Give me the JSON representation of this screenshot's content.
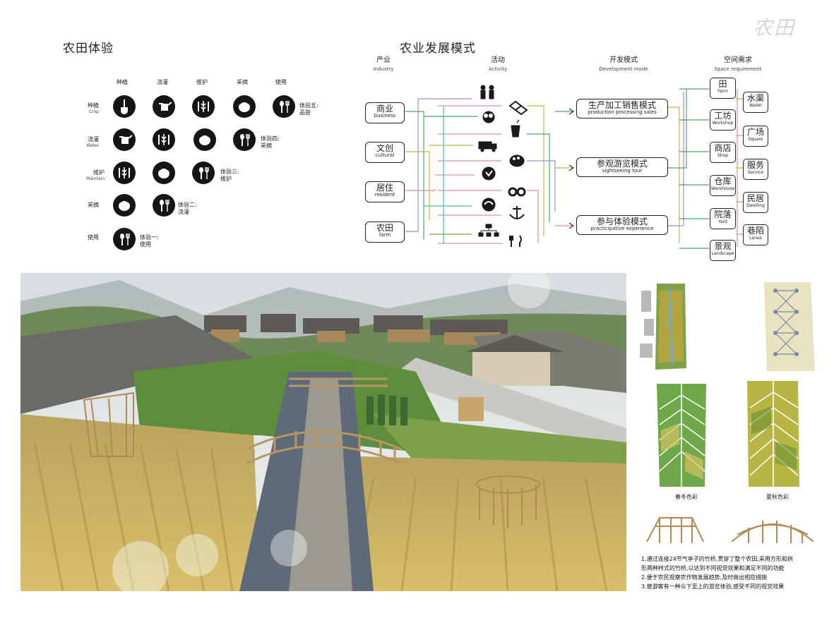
{
  "title_left": "农田体验",
  "title_mid": "农业发展模式",
  "calligraphy": "农田",
  "experience": {
    "top_labels": [
      "种植",
      "浇灌",
      "维护",
      "采摘",
      "使用"
    ],
    "rows": [
      {
        "cn": "种植",
        "en": "Crop",
        "icons": [
          "shovel-icon",
          "watering-can-icon",
          "wheat-icon",
          "grain-icon",
          "cutlery-icon"
        ],
        "note": "体验五:",
        "note2": "品尝"
      },
      {
        "cn": "浇灌",
        "en": "Water",
        "icons": [
          "watering-can-icon",
          "wheat-icon",
          "grain-icon",
          "cutlery-icon"
        ],
        "note": "体验四:",
        "note2": "采摘"
      },
      {
        "cn": "维护",
        "en": "Maintain",
        "icons": [
          "wheat-icon",
          "grain-icon",
          "cutlery-icon"
        ],
        "note": "体验三:",
        "note2": "维护"
      },
      {
        "cn": "采摘",
        "en": "",
        "icons": [
          "grain-icon",
          "cutlery-icon"
        ],
        "note": "体验二:",
        "note2": "浇灌"
      },
      {
        "cn": "使用",
        "en": "",
        "icons": [
          "cutlery-icon"
        ],
        "note": "体验一:",
        "note2": "使用"
      }
    ]
  },
  "model": {
    "col_industry": {
      "cn": "产业",
      "en": "Industry"
    },
    "col_activity": {
      "cn": "活动",
      "en": "Activity"
    },
    "col_dev": {
      "cn": "开发模式",
      "en": "Development mode"
    },
    "col_space": {
      "cn": "空间需求",
      "en": "Space requirement"
    },
    "industries": [
      {
        "cn": "商业",
        "en": "business"
      },
      {
        "cn": "文创",
        "en": "cultural"
      },
      {
        "cn": "居住",
        "en": "resident"
      },
      {
        "cn": "农田",
        "en": "farm"
      }
    ],
    "modes": [
      {
        "cn": "生产加工销售模式",
        "en": "production processing sales"
      },
      {
        "cn": "参观游览模式",
        "en": "sightseeing tour"
      },
      {
        "cn": "参与体验模式",
        "en": "practicipative experience"
      }
    ],
    "spaces_left": [
      {
        "cn": "田",
        "en": "Farm"
      },
      {
        "cn": "工坊",
        "en": "Workshop"
      },
      {
        "cn": "商店",
        "en": "Shop"
      },
      {
        "cn": "仓库",
        "en": "Warehouse"
      },
      {
        "cn": "院落",
        "en": "Yard"
      },
      {
        "cn": "景观",
        "en": "Landscape"
      }
    ],
    "spaces_right": [
      {
        "cn": "水渠",
        "en": "Water"
      },
      {
        "cn": "广场",
        "en": "Square"
      },
      {
        "cn": "服务",
        "en": "Service"
      },
      {
        "cn": "民居",
        "en": "Dwelling"
      },
      {
        "cn": "巷陌",
        "en": "Lanes"
      }
    ],
    "activity_icons": [
      "farmers-icon",
      "cotton-icon",
      "truck-icon",
      "fruit-icon",
      "recycle-icon",
      "hierarchy-icon",
      "pattern-icon",
      "drink-icon",
      "palette-icon",
      "binoculars-icon",
      "anchor-icon",
      "cutlery-icon"
    ]
  },
  "captions": {
    "spring": "春冬色彩",
    "summer": "夏秋色彩"
  },
  "notes": [
    "1.通过连接24节气亭子的竹桥,贯穿了整个农田,采用方形和拱",
    "形两种样式的竹桥,以达到不同视觉效果和满足不同的功能",
    "2.便于农民观察农作物发展趋势,及时做出相应措施",
    "3.使游客有一种众下至上的游览体验,感受不同的视觉效果"
  ],
  "colors": {
    "green": "#4aa86c",
    "yellow": "#c9b24a",
    "pink": "#d78fb3",
    "purple": "#9a8ed0",
    "teal": "#58b7b2",
    "olive": "#8f9a3e"
  }
}
